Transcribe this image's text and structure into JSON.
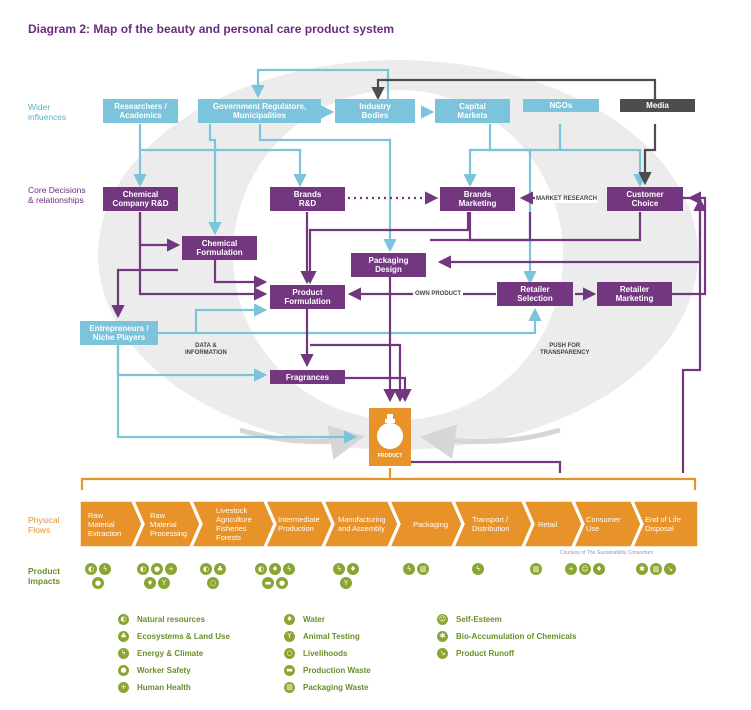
{
  "title": "Diagram 2: Map of the beauty and personal care product system",
  "sections": {
    "wider": "Wider\ninfluences",
    "core": "Core Decisions\n& relationships",
    "physical": "Physical\nFlows",
    "impacts": "Product\nImpacts"
  },
  "nodes": {
    "researchers": "Researchers /\nAcademics",
    "government": "Government Regulators,\nMunicipalities",
    "industry": "Industry\nBodies",
    "capital": "Capital\nMarkets",
    "ngos": "NGOs",
    "media": "Media",
    "chem_rd": "Chemical\nCompany R&D",
    "brands_rd": "Brands\nR&D",
    "brands_mkt": "Brands\nMarketing",
    "customer": "Customer\nChoice",
    "chem_form": "Chemical\nFormulation",
    "pack_design": "Packaging\nDesign",
    "product_form": "Product\nFormulation",
    "retail_sel": "Retailer\nSelection",
    "retail_mkt": "Retailer\nMarketing",
    "entrepreneurs": "Entrepreneurs /\nNiche Players",
    "fragrances": "Fragrances",
    "product": "PRODUCT"
  },
  "edge_labels": {
    "market_research": "MARKET RESEARCH",
    "own_product": "OWN PRODUCT",
    "data_info": "DATA &\nINFORMATION",
    "push": "PUSH FOR\nTRANSPARENCY"
  },
  "physical_flows": [
    "Raw\nMaterial\nExtraction",
    "Raw\nMaterial\nProcessing",
    "Livestock\nAgriculture\nFisheries\nForests",
    "Intermediate\nProduction",
    "Manufacturing\nand Assembly",
    "Packaging",
    "Transport /\nDistribution",
    "Retail",
    "Consumer\nUse",
    "End of Life\nDisposal"
  ],
  "credit": "Courtesy of The Sustainability Consortium",
  "legend": [
    {
      "icon": "natural-resources-icon",
      "label": "Natural resources"
    },
    {
      "icon": "ecosystems-icon",
      "label": "Ecosystems & Land Use"
    },
    {
      "icon": "energy-climate-icon",
      "label": "Energy & Climate"
    },
    {
      "icon": "worker-safety-icon",
      "label": "Worker Safety"
    },
    {
      "icon": "human-health-icon",
      "label": "Human Health"
    },
    {
      "icon": "water-icon",
      "label": "Water"
    },
    {
      "icon": "animal-testing-icon",
      "label": "Animal Testing"
    },
    {
      "icon": "livelihoods-icon",
      "label": "Livelihoods"
    },
    {
      "icon": "production-waste-icon",
      "label": "Production Waste"
    },
    {
      "icon": "packaging-waste-icon",
      "label": "Packaging Waste"
    },
    {
      "icon": "self-esteem-icon",
      "label": "Self-Esteem"
    },
    {
      "icon": "bio-accumulation-icon",
      "label": "Bio-Accumulation of Chemicals"
    },
    {
      "icon": "product-runoff-icon",
      "label": "Product Runoff"
    }
  ],
  "colors": {
    "blue": "#7cc3dc",
    "purple": "#73377f",
    "dark": "#4d4d4d",
    "orange": "#e8922a",
    "green": "#8aa632"
  }
}
